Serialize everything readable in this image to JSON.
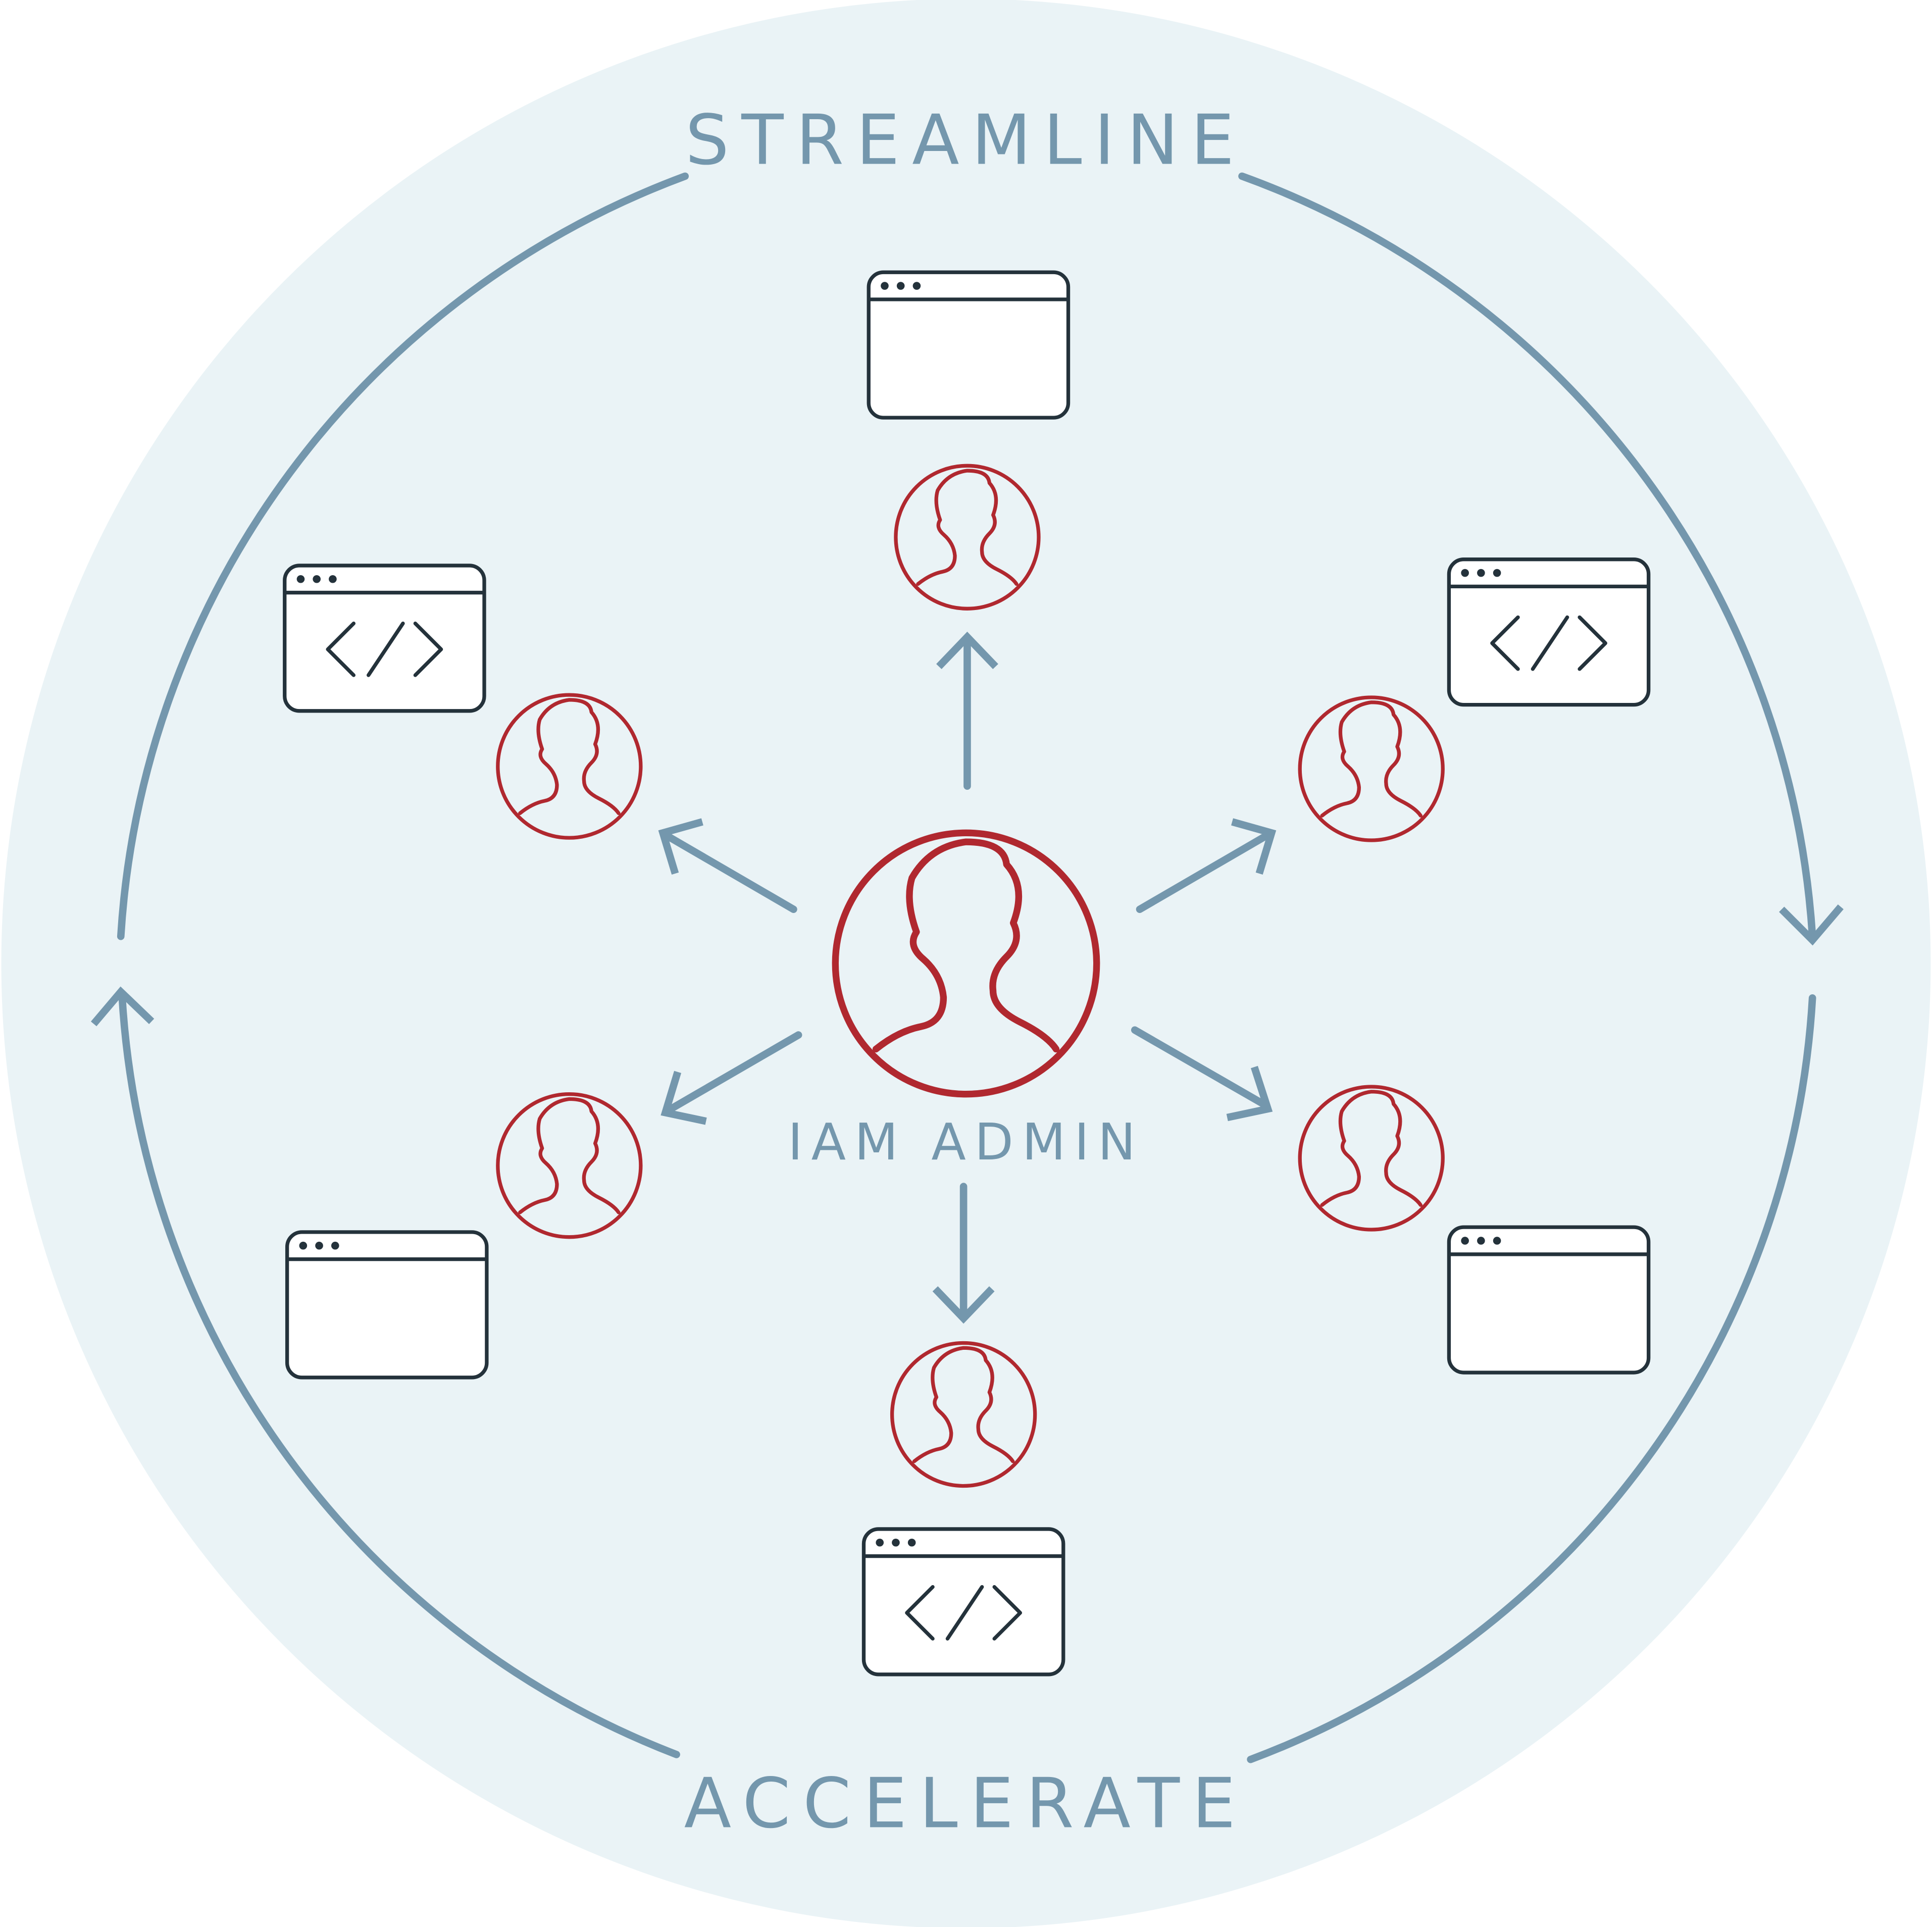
{
  "colors": {
    "background_disc": "#eaf3f6",
    "flow_arrow": "#7497ad",
    "label_text": "#7497ad",
    "user_icon": "#b0282f",
    "window_icon": "#24323b"
  },
  "labels": {
    "top_arc": "STREAMLINE",
    "bottom_arc": "ACCELERATE",
    "center": "IAM ADMIN"
  },
  "nodes": [
    {
      "id": "top",
      "window_icon": "browser-window-icon"
    },
    {
      "id": "upper-left",
      "window_icon": "code-window-icon"
    },
    {
      "id": "upper-right",
      "window_icon": "code-window-icon"
    },
    {
      "id": "lower-left",
      "window_icon": "browser-window-icon"
    },
    {
      "id": "lower-right",
      "window_icon": "browser-window-icon"
    },
    {
      "id": "bottom",
      "window_icon": "code-window-icon"
    }
  ]
}
